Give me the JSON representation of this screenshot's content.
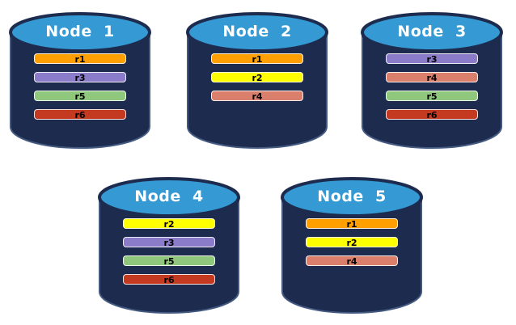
{
  "diagram": {
    "description": "Five database nodes showing replica placement",
    "colors": {
      "background": "#ffffff",
      "cylinder_body": "#1C2B4E",
      "cylinder_edge": "#445980",
      "cylinder_top": "#3599D3",
      "title_text": "#ffffff",
      "bar_text": "#000000"
    },
    "replica_colors": {
      "r1": "#FFA000",
      "r2": "#FFFF00",
      "r3": "#8A7CC8",
      "r4": "#D97F6B",
      "r5": "#8FC87D",
      "r6": "#C43A21"
    },
    "nodes": [
      {
        "title": "Node  1",
        "replicas": [
          "r1",
          "r3",
          "r5",
          "r6"
        ]
      },
      {
        "title": "Node  2",
        "replicas": [
          "r1",
          "r2",
          "r4"
        ]
      },
      {
        "title": "Node  3",
        "replicas": [
          "r3",
          "r4",
          "r5",
          "r6"
        ]
      },
      {
        "title": "Node  4",
        "replicas": [
          "r2",
          "r3",
          "r5",
          "r6"
        ]
      },
      {
        "title": "Node  5",
        "replicas": [
          "r1",
          "r2",
          "r4"
        ]
      }
    ]
  }
}
